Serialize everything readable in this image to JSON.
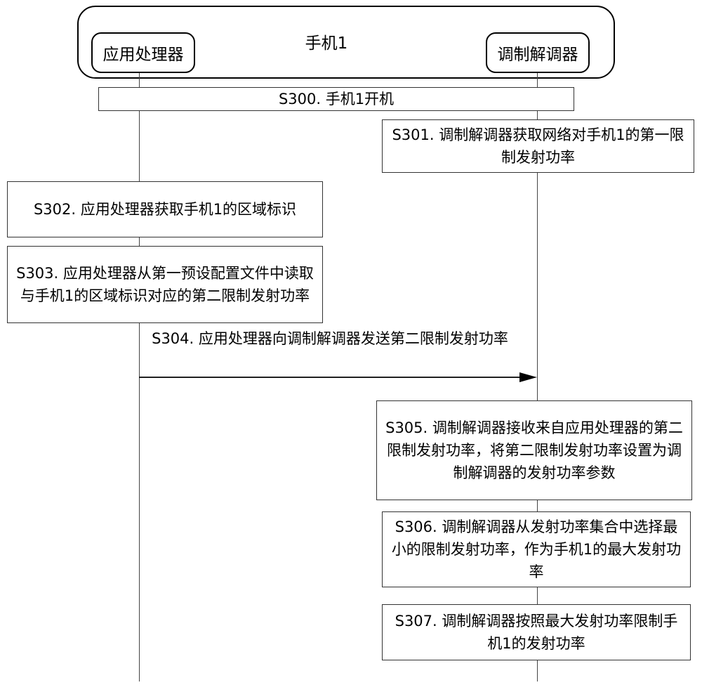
{
  "phone": {
    "title": "手机1"
  },
  "entities": {
    "app_processor": "应用处理器",
    "modem": "调制解调器"
  },
  "steps": {
    "s300": "S300. 手机1开机",
    "s301": "S301. 调制解调器获取网络对手机1的第一限制发射功率",
    "s302": "S302. 应用处理器获取手机1的区域标识",
    "s303": "S303. 应用处理器从第一预设配置文件中读取与手机1的区域标识对应的第二限制发射功率",
    "s304": "S304. 应用处理器向调制解调器发送第二限制发射功率",
    "s305": "S305. 调制解调器接收来自应用处理器的第二限制发射功率，将第二限制发射功率设置为调制解调器的发射功率参数",
    "s306": "S306. 调制解调器从发射功率集合中选择最小的限制发射功率，作为手机1的最大发射功率",
    "s307": "S307. 调制解调器按照最大发射功率限制手机1的发射功率"
  }
}
